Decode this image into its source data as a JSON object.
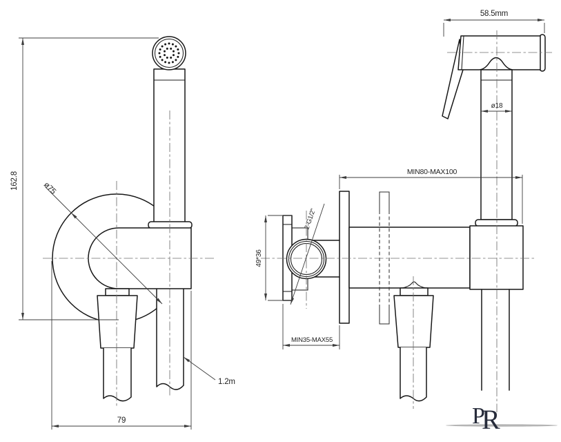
{
  "drawing": {
    "title": "bidet-sprayer-technical-drawing",
    "labels": {
      "overall_height": "162.8",
      "plate_diameter": "ø75",
      "base_width": "79",
      "hose_length": "1.2m",
      "head_width": "58.5mm",
      "handle_diameter": "ø18",
      "mount_range": "MIN80-MAX100",
      "thread_spec": "2-G1/2\"",
      "flange_dims": "49*36",
      "recess_range": "MIN35-MAX55"
    },
    "logo": {
      "letter_p": "P",
      "letter_r": "R"
    },
    "colors": {
      "line": "#161616",
      "dimension": "#3c3c3c",
      "centerline": "#6f6f6f",
      "logo_letters": "#272c3b",
      "logo_swoosh": "#b5b5b5",
      "background": "#ffffff"
    }
  }
}
